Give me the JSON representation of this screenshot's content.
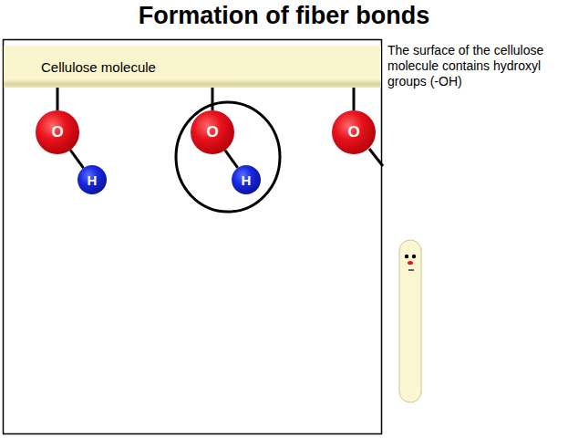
{
  "diagram": {
    "title": "Formation of fiber bonds",
    "nodes": [
      {
        "text": [
          "Cellulose molecule"
        ]
      },
      {
        "text": [
          "O"
        ]
      },
      {
        "text": [
          "H"
        ]
      },
      {
        "text": [
          "O"
        ]
      },
      {
        "text": [
          "H"
        ]
      },
      {
        "text": [
          "O"
        ]
      }
    ],
    "edges": [
      {
        "from": 0,
        "to": 1,
        "arrow": "none"
      },
      {
        "from": 1,
        "to": 2,
        "arrow": "none"
      },
      {
        "from": 0,
        "to": 3,
        "arrow": "none"
      },
      {
        "from": 3,
        "to": 4,
        "arrow": "none"
      },
      {
        "from": 0,
        "to": 5,
        "arrow": "none"
      }
    ],
    "labels": [
      "The surface of the cellulose molecule contains hydroxyl groups (-OH)"
    ]
  }
}
